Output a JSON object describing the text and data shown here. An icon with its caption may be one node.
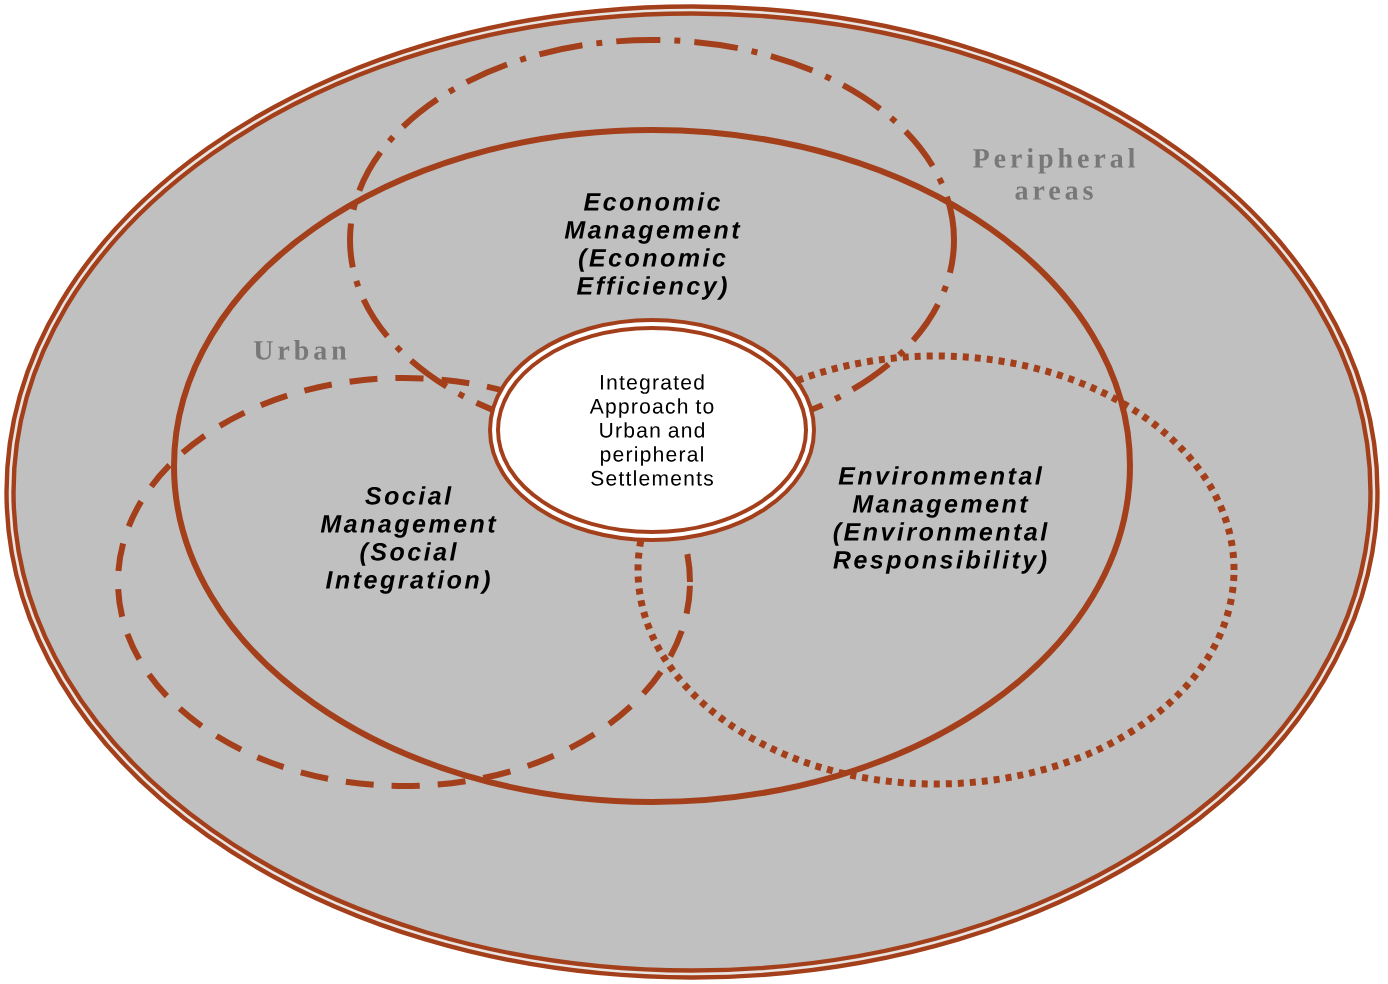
{
  "diagram": {
    "nodes": [
      {
        "text": [
          "Peripheral areas"
        ]
      },
      {
        "text": [
          "Urban"
        ],
        "in": 0
      },
      {
        "text": [
          "Economic Management (Economic Efficiency)"
        ],
        "in": 0
      },
      {
        "text": [
          "Social Management (Social Integration)"
        ],
        "in": 0
      },
      {
        "text": [
          "Environmental Management (Environmental Responsibility)"
        ],
        "in": 0
      },
      {
        "text": [
          "Integrated Approach to Urban and peripheral Settlements"
        ],
        "in": 1
      }
    ]
  }
}
